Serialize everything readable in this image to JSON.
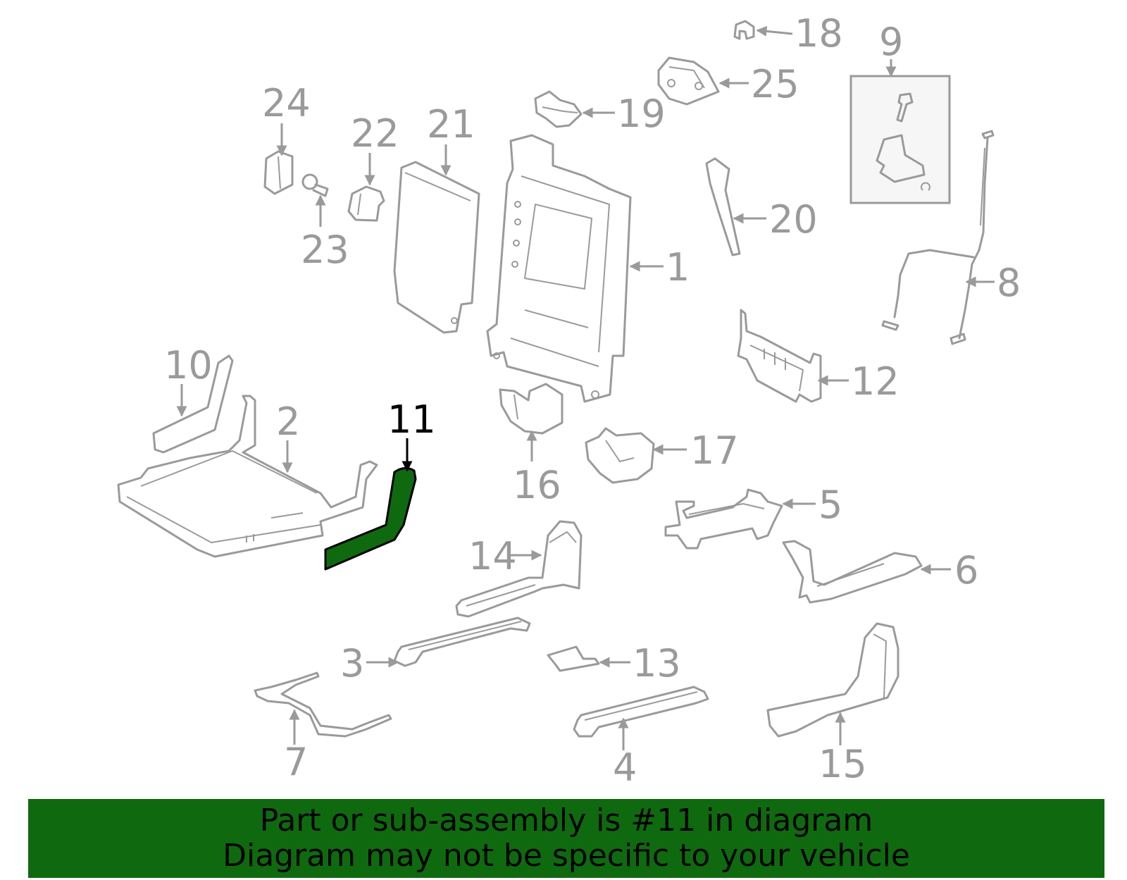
{
  "diagram": {
    "highlighted_part": "11",
    "highlight_color": "#0f6a0f",
    "part_color": "#9a9a9a",
    "callouts": [
      "1",
      "2",
      "3",
      "4",
      "5",
      "6",
      "7",
      "8",
      "9",
      "10",
      "11",
      "12",
      "13",
      "14",
      "15",
      "16",
      "17",
      "18",
      "19",
      "20",
      "21",
      "22",
      "23",
      "24",
      "25"
    ]
  },
  "banner": {
    "line1": "Part or sub-assembly is #11 in diagram",
    "line2": "Diagram may not be specific to your vehicle",
    "background": "#0f6a0f"
  }
}
